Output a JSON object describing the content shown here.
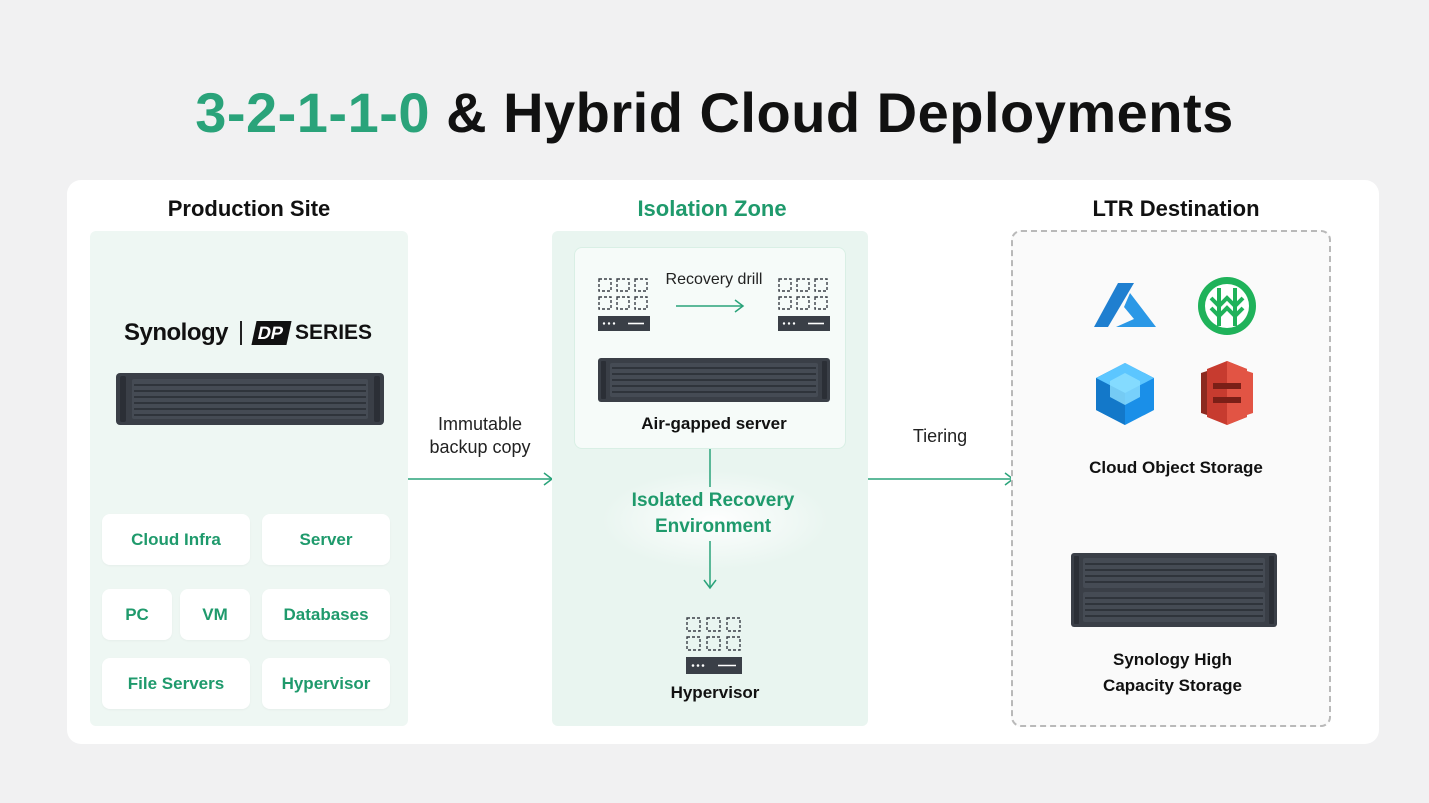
{
  "title": {
    "accent": "3-2-1-1-0",
    "rest": "& Hybrid Cloud Deployments"
  },
  "columns": {
    "production": "Production Site",
    "isolation": "Isolation Zone",
    "ltr": "LTR Destination"
  },
  "production": {
    "brand_name": "Synology",
    "brand_series_badge": "DP",
    "brand_series": "SERIES",
    "chips": {
      "cloud_infra": "Cloud Infra",
      "server": "Server",
      "pc": "PC",
      "vm": "VM",
      "databases": "Databases",
      "file_servers": "File Servers",
      "hypervisor": "Hypervisor"
    }
  },
  "arrows": {
    "immutable_line1": "Immutable",
    "immutable_line2": "backup copy",
    "tiering": "Tiering"
  },
  "isolation": {
    "recovery_drill": "Recovery drill",
    "air_gapped": "Air-gapped server",
    "ire_line1": "Isolated Recovery",
    "ire_line2": "Environment",
    "hypervisor": "Hypervisor"
  },
  "ltr": {
    "cloud_object_storage": "Cloud Object Storage",
    "hcs_line1": "Synology High",
    "hcs_line2": "Capacity Storage",
    "icons": [
      "azure-icon",
      "wasabi-icon",
      "c2-storage-icon",
      "amazon-s3-icon"
    ]
  },
  "colors": {
    "accent": "#1f9a6c",
    "title_accent": "#2aa37a",
    "chassis": "#3a3f47"
  }
}
